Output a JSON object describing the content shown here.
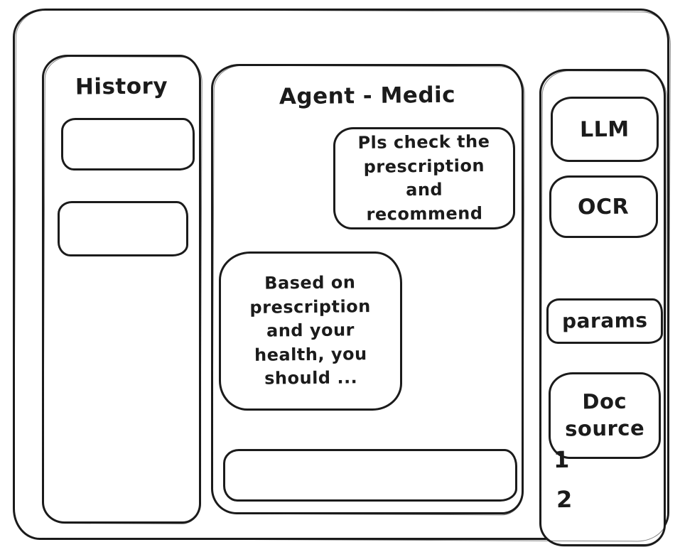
{
  "window": {
    "stroke_color": "#1b1b1b",
    "background_color": "#ffffff"
  },
  "history": {
    "title": "History",
    "items": [
      {
        "label": ""
      },
      {
        "label": ""
      }
    ]
  },
  "chat": {
    "title": "Agent - Medic",
    "messages": [
      {
        "role": "user",
        "text": "Pls check the prescription and recommend"
      },
      {
        "role": "assistant",
        "text": "Based on prescription and your health, you should ..."
      }
    ],
    "input": {
      "value": "",
      "placeholder": ""
    }
  },
  "tools": {
    "buttons": [
      {
        "label": "LLM"
      },
      {
        "label": "OCR"
      },
      {
        "label": "params"
      },
      {
        "label": "Doc source"
      }
    ],
    "doc_sources": [
      {
        "label": "1"
      },
      {
        "label": "2"
      }
    ]
  }
}
